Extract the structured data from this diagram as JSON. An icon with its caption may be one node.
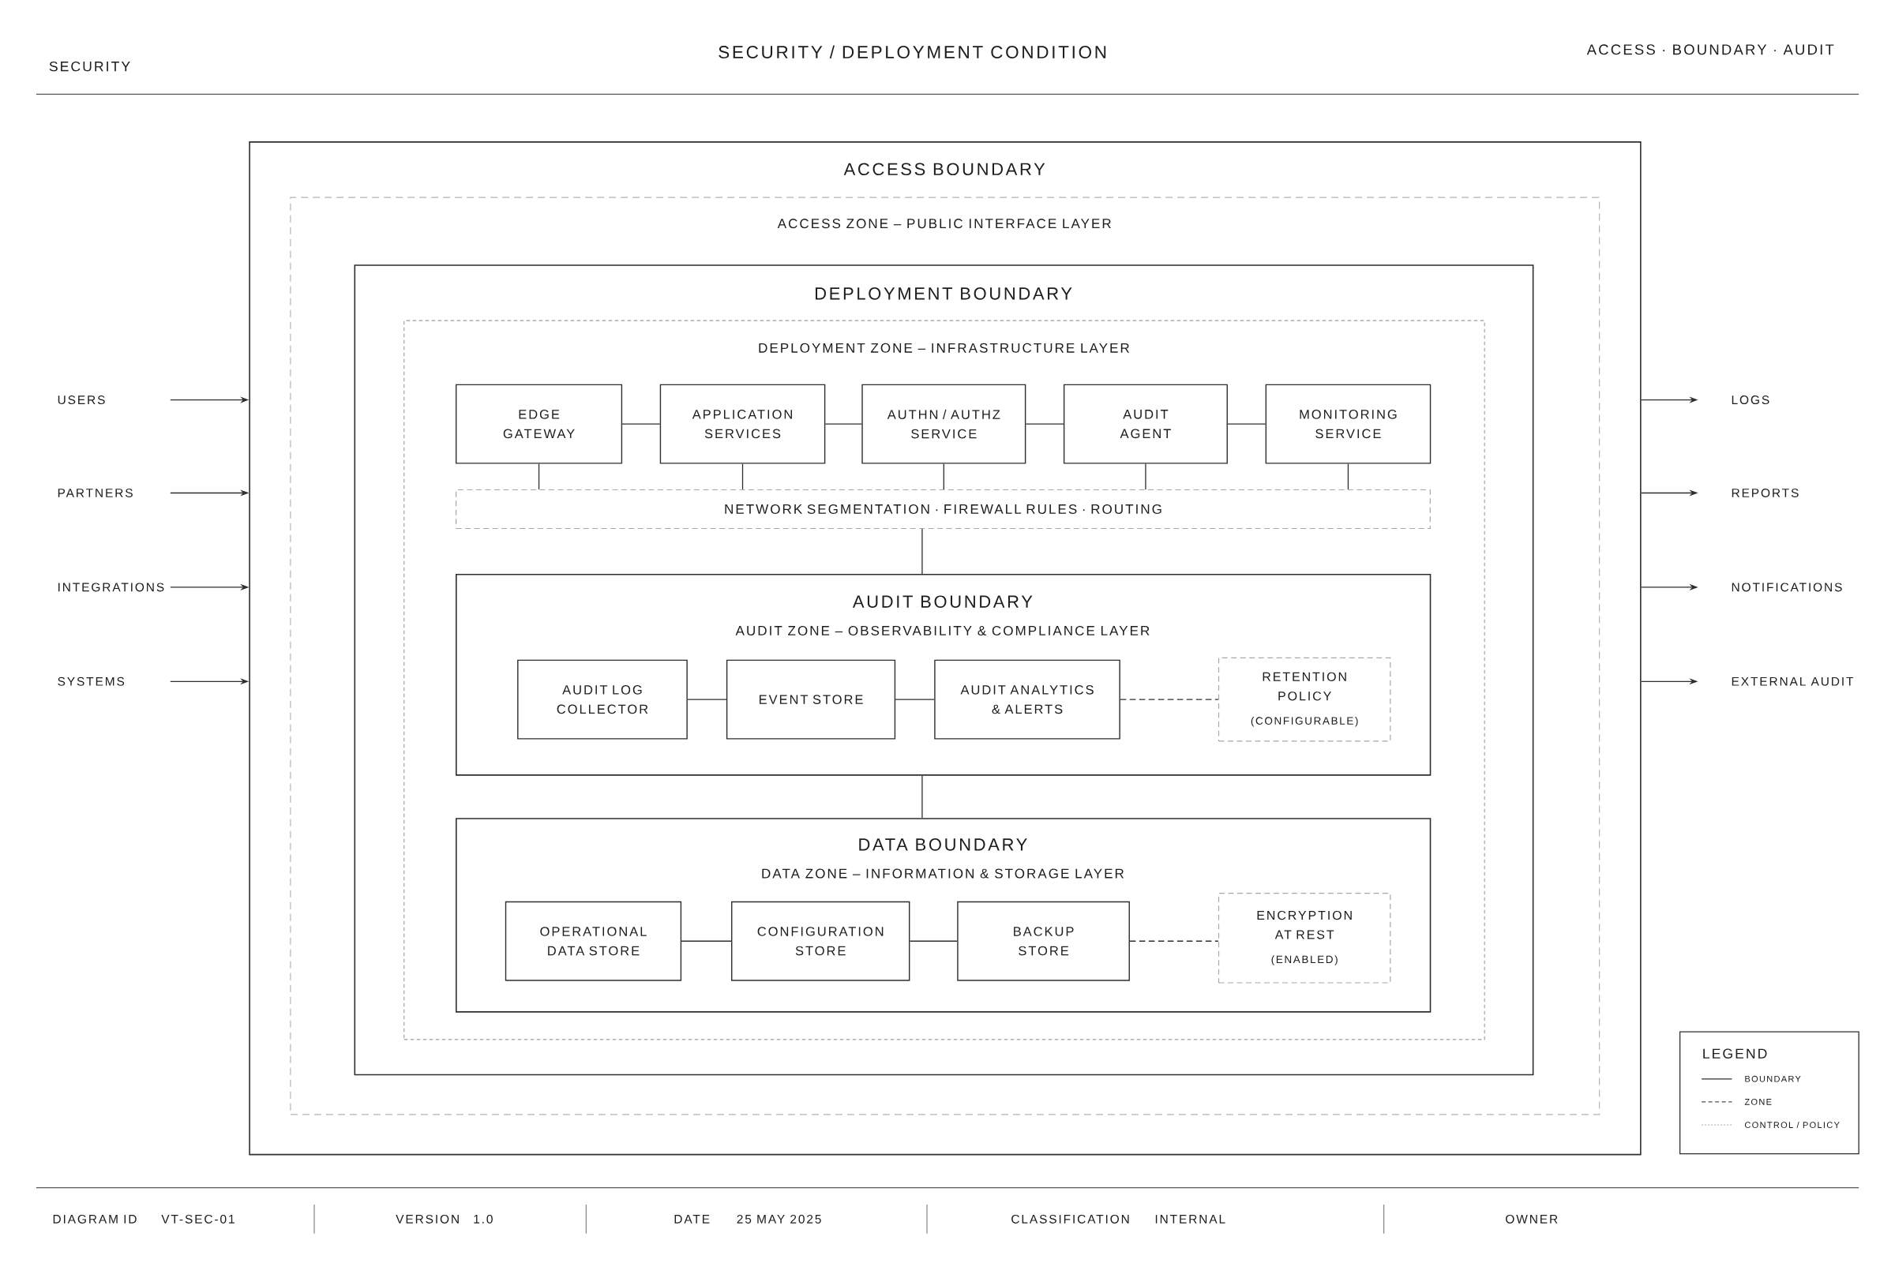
{
  "diagram": {
    "title": "SECURITY / DEPLOYMENT CONDITION",
    "nodes": [
      {
        "text": [
          "USERS"
        ]
      },
      {
        "text": [
          "PARTNERS"
        ]
      },
      {
        "text": [
          "INTEGRATIONS"
        ]
      },
      {
        "text": [
          "SYSTEMS"
        ]
      },
      {
        "text": [
          "ACCESS BOUNDARY"
        ]
      },
      {
        "text": [
          "ACCESS ZONE – PUBLIC INTERFACE LAYER"
        ],
        "in": 4
      },
      {
        "text": [
          "DEPLOYMENT BOUNDARY"
        ],
        "in": 5
      },
      {
        "text": [
          "DEPLOYMENT ZONE – INFRASTRUCTURE LAYER"
        ],
        "in": 6
      },
      {
        "text": [
          "EDGE GATEWAY"
        ],
        "in": 7
      },
      {
        "text": [
          "APPLICATION SERVICES"
        ],
        "in": 7
      },
      {
        "text": [
          "AUTHN / AUTHZ SERVICE"
        ],
        "in": 7
      },
      {
        "text": [
          "AUDIT AGENT"
        ],
        "in": 7
      },
      {
        "text": [
          "MONITORING SERVICE"
        ],
        "in": 7
      },
      {
        "text": [
          "NETWORK SEGMENTATION · FIREWALL RULES · ROUTING"
        ],
        "in": 7
      },
      {
        "text": [
          "AUDIT BOUNDARY",
          "AUDIT ZONE – OBSERVABILITY & COMPLIANCE LAYER"
        ],
        "in": 7
      },
      {
        "text": [
          "AUDIT LOG COLLECTOR"
        ],
        "in": 14
      },
      {
        "text": [
          "EVENT STORE"
        ],
        "in": 14
      },
      {
        "text": [
          "AUDIT ANALYTICS & ALERTS"
        ],
        "in": 14
      },
      {
        "text": [
          "RETENTION POLICY",
          "(CONFIGURABLE)"
        ],
        "in": 14
      },
      {
        "text": [
          "DATA BOUNDARY",
          "DATA ZONE – INFORMATION & STORAGE LAYER"
        ],
        "in": 7
      },
      {
        "text": [
          "OPERATIONAL DATA STORE"
        ],
        "in": 19
      },
      {
        "text": [
          "CONFIGURATION STORE"
        ],
        "in": 19
      },
      {
        "text": [
          "BACKUP STORE"
        ],
        "in": 19
      },
      {
        "text": [
          "ENCRYPTION AT REST",
          "(ENABLED)"
        ],
        "in": 19
      },
      {
        "text": [
          "LOGS"
        ]
      },
      {
        "text": [
          "REPORTS"
        ]
      },
      {
        "text": [
          "NOTIFICATIONS"
        ]
      },
      {
        "text": [
          "EXTERNAL AUDIT"
        ]
      }
    ],
    "edges": [
      {
        "from": 0,
        "to": 4,
        "arrow": "to"
      },
      {
        "from": 1,
        "to": 4,
        "arrow": "to"
      },
      {
        "from": 2,
        "to": 4,
        "arrow": "to"
      },
      {
        "from": 3,
        "to": 4,
        "arrow": "to"
      },
      {
        "from": 8,
        "to": 9,
        "arrow": "none"
      },
      {
        "from": 9,
        "to": 10,
        "arrow": "none"
      },
      {
        "from": 10,
        "to": 11,
        "arrow": "none"
      },
      {
        "from": 11,
        "to": 12,
        "arrow": "none"
      },
      {
        "from": 8,
        "to": 13,
        "arrow": "none"
      },
      {
        "from": 9,
        "to": 13,
        "arrow": "none"
      },
      {
        "from": 10,
        "to": 13,
        "arrow": "none"
      },
      {
        "from": 11,
        "to": 13,
        "arrow": "none"
      },
      {
        "from": 12,
        "to": 13,
        "arrow": "none"
      },
      {
        "from": 13,
        "to": 14,
        "arrow": "none"
      },
      {
        "from": 15,
        "to": 16,
        "arrow": "none"
      },
      {
        "from": 16,
        "to": 17,
        "arrow": "none"
      },
      {
        "from": 17,
        "to": 18,
        "arrow": "none",
        "style": "dashed"
      },
      {
        "from": 14,
        "to": 19,
        "arrow": "none"
      },
      {
        "from": 20,
        "to": 21,
        "arrow": "none"
      },
      {
        "from": 21,
        "to": 22,
        "arrow": "none"
      },
      {
        "from": 22,
        "to": 23,
        "arrow": "none",
        "style": "dashed"
      },
      {
        "from": 4,
        "to": 24,
        "arrow": "to"
      },
      {
        "from": 4,
        "to": 25,
        "arrow": "to"
      },
      {
        "from": 4,
        "to": 26,
        "arrow": "to"
      },
      {
        "from": 4,
        "to": 27,
        "arrow": "to"
      }
    ],
    "labels": [
      "SECURITY",
      "ACCESS · BOUNDARY · AUDIT",
      "LEGEND",
      "DIAGRAM ID",
      "VT-SEC-01",
      "VERSION",
      "1.0",
      "DATE",
      "25 MAY 2025",
      "CLASSIFICATION",
      "INTERNAL",
      "OWNER"
    ],
    "legend": [
      {
        "text": "BOUNDARY"
      },
      {
        "text": "ZONE"
      },
      {
        "text": "CONTROL / POLICY"
      }
    ]
  }
}
